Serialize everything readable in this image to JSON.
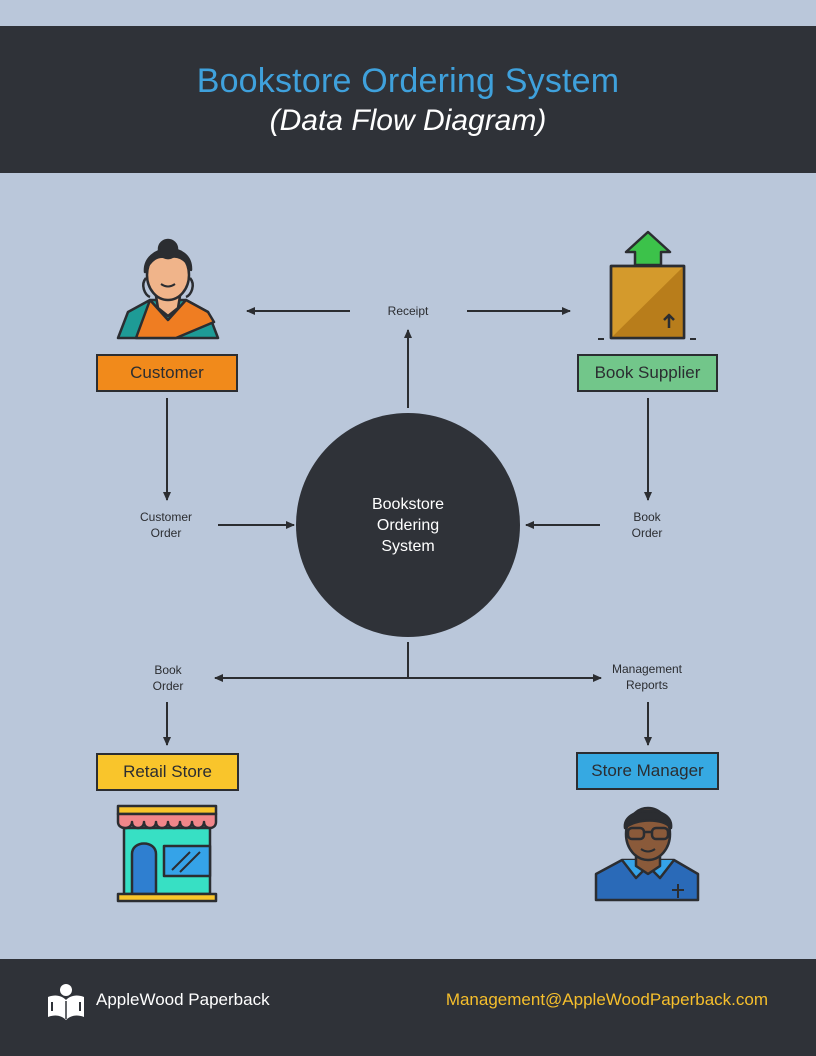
{
  "header": {
    "title": "Bookstore Ordering System",
    "subtitle": "(Data Flow Diagram)"
  },
  "process": {
    "label": "Bookstore\nOrdering\nSystem"
  },
  "entities": {
    "customer": {
      "label": "Customer",
      "color": "#f18a1b"
    },
    "supplier": {
      "label": "Book Supplier",
      "color": "#72c68a"
    },
    "retail": {
      "label": "Retail Store",
      "color": "#f9c52b"
    },
    "manager": {
      "label": "Store Manager",
      "color": "#36a9e2"
    }
  },
  "flows": {
    "receipt": "Receipt",
    "customer_order": "Customer\nOrder",
    "supplier_order": "Book\nOrder",
    "retail_order": "Book\nOrder",
    "management_reports": "Management\nReports"
  },
  "footer": {
    "brand": "AppleWood Paperback",
    "email": "Management@AppleWoodPaperback.com"
  }
}
